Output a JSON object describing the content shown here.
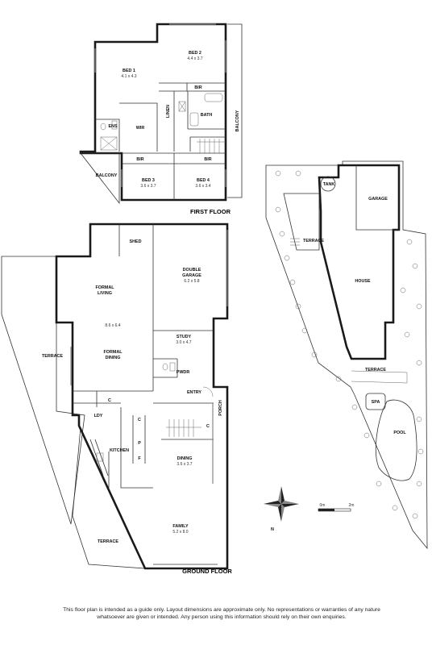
{
  "first_floor": {
    "title": "FIRST FLOOR",
    "bed1": {
      "name": "BED 1",
      "dim": "4.1 x 4.3"
    },
    "bed2": {
      "name": "BED 2",
      "dim": "4.4 x 3.7"
    },
    "bed3": {
      "name": "BED 3",
      "dim": "3.6 x 3.7"
    },
    "bed4": {
      "name": "BED 4",
      "dim": "3.6 x 3.4"
    },
    "ens": "ENS",
    "wir": "WIR",
    "linen": "LINEN",
    "bath": "BATH",
    "bir_top": "BIR",
    "bir_left": "BIR",
    "bir_right": "BIR",
    "balcony_left": "BALCONY",
    "balcony_right": "BALCONY"
  },
  "ground_floor": {
    "title": "GROUND FLOOR",
    "shed": "SHED",
    "double_garage": {
      "name": "DOUBLE\nGARAGE",
      "line1": "DOUBLE",
      "line2": "GARAGE",
      "dim": "6.2 x 5.8"
    },
    "formal_living": {
      "line1": "FORMAL",
      "line2": "LIVING"
    },
    "formal_living_dim": "8.6 x 6.4",
    "formal_dining": {
      "line1": "FORMAL",
      "line2": "DINING"
    },
    "study": {
      "name": "STUDY",
      "dim": "3.0 x 4.7"
    },
    "pwdr": "PWDR",
    "entry": "ENTRY",
    "porch": "PORCH",
    "terrace_left": "TERRACE",
    "terrace_bottom": "TERRACE",
    "ldy": "LDY",
    "kitchen": "KITCHEN",
    "c1": "C",
    "c2": "C",
    "c3": "C",
    "p": "P",
    "f": "F",
    "dining": {
      "name": "DINING",
      "dim": "3.6 x 3.7"
    },
    "family": {
      "name": "FAMILY",
      "dim": "5.2 x 8.0"
    }
  },
  "site_plan": {
    "tank": "TANK",
    "garage": "GARAGE",
    "terrace_top": "TERRACE",
    "house": "HOUSE",
    "terrace_mid": "TERRACE",
    "spa": "SPA",
    "pool": "POOL"
  },
  "compass": {
    "north": "N"
  },
  "scale": {
    "start": "0m",
    "end": "2m"
  },
  "disclaimer": "This floor plan is intended as a guide only. Layout dimensions are approximate only. No representations or warranties of any nature whatsoever are given or intended. Any person using this information should rely on their own enquiries."
}
